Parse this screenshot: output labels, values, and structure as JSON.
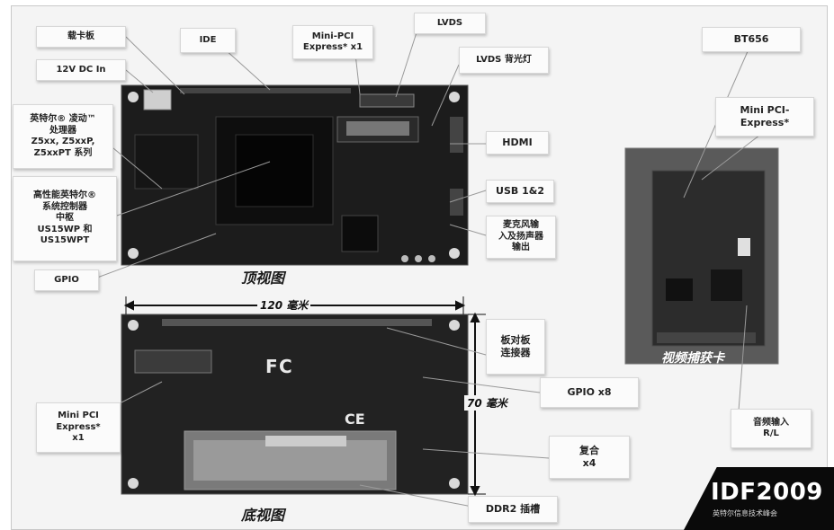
{
  "labels": {
    "board_to_board_top": "载卡板",
    "power_in": "12V DC In",
    "ide": "IDE",
    "mini_pci_top": "Mini-PCI\nExpress* x1",
    "lvds": "LVDS",
    "lvds_backlight": "LVDS 背光灯",
    "processor": "英特尔® 凌动™\n处理器\nZ5xx, Z5xxP,\nZ5xxPT 系列",
    "sch": "高性能英特尔®\n系统控制器\n中枢\nUS15WP 和\nUS15WPT",
    "hdmi": "HDMI",
    "usb": "USB 1&2",
    "audio": "麦克风输\n入及扬声器\n输出",
    "gpio_left": "GPIO",
    "bt656": "BT656",
    "mini_pci_capture": "Mini PCI-\nExpress*",
    "board_connector": "板对板\n连接器",
    "gpio_x8": "GPIO x8",
    "mini_pci_bottom": "Mini PCI\nExpress*\nx1",
    "composite": "复合\nx4",
    "audio_in": "音频输入\nR/L",
    "ddr2": "DDR2 插槽"
  },
  "captions": {
    "top_view": "顶视图",
    "bottom_view": "底视图",
    "capture_card": "视频捕获卡"
  },
  "dimensions": {
    "width": "120 毫米",
    "height": "70 毫米"
  },
  "logo": {
    "main": "IDF2009",
    "sub": "英特尔信息技术峰会"
  }
}
